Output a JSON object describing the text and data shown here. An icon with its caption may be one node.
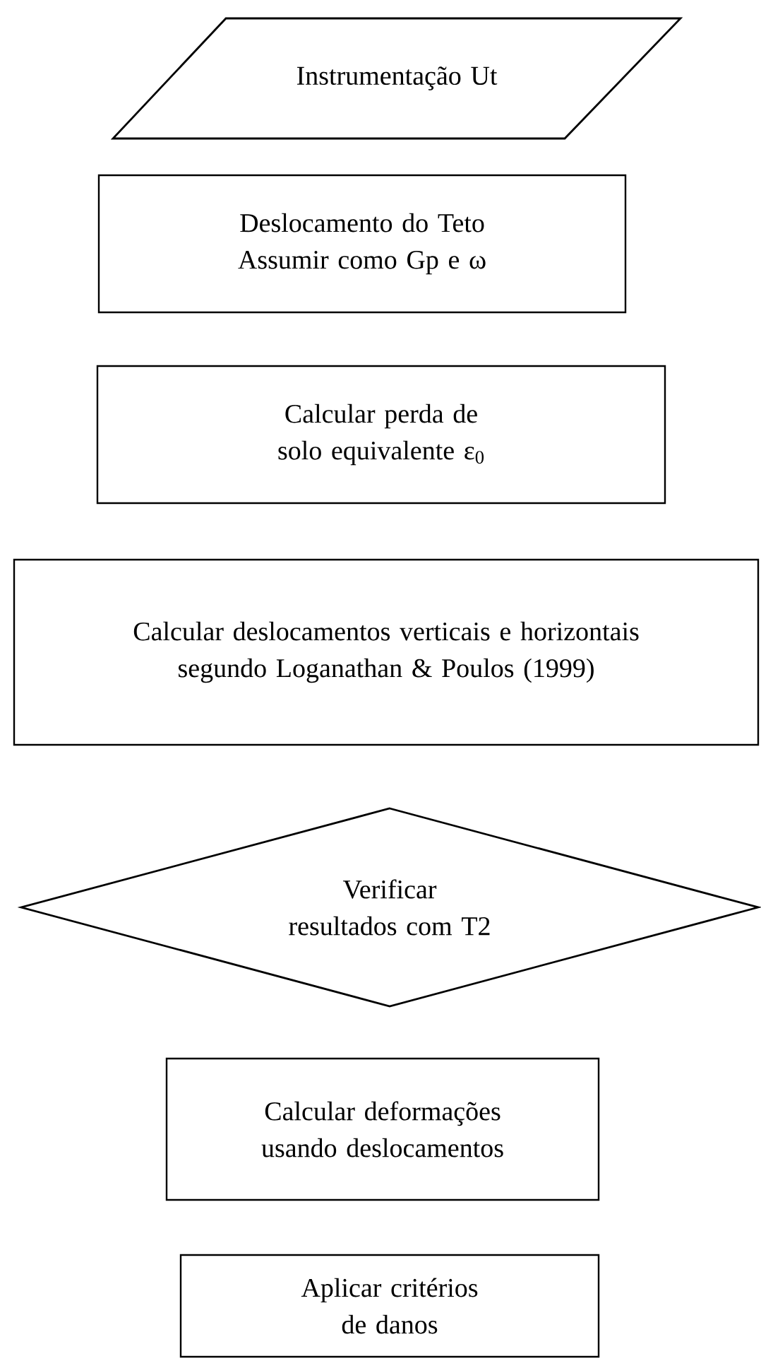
{
  "diagram": {
    "nodes": [
      {
        "text": [
          "Instrumentação Ut"
        ]
      },
      {
        "text": [
          "Deslocamento do Teto Assumir como Gp e ω"
        ]
      },
      {
        "text": [
          "Calcular perda de solo equivalente ε$_{0}$"
        ]
      },
      {
        "text": [
          "Calcular deslocamentos verticais e horizontais segundo Loganathan & Poulos (1999)"
        ]
      },
      {
        "text": [
          "Verificar resultados com T2"
        ]
      },
      {
        "text": [
          "Calcular deformações usando deslocamentos"
        ]
      },
      {
        "text": [
          "Aplicar critérios de danos"
        ]
      }
    ]
  }
}
